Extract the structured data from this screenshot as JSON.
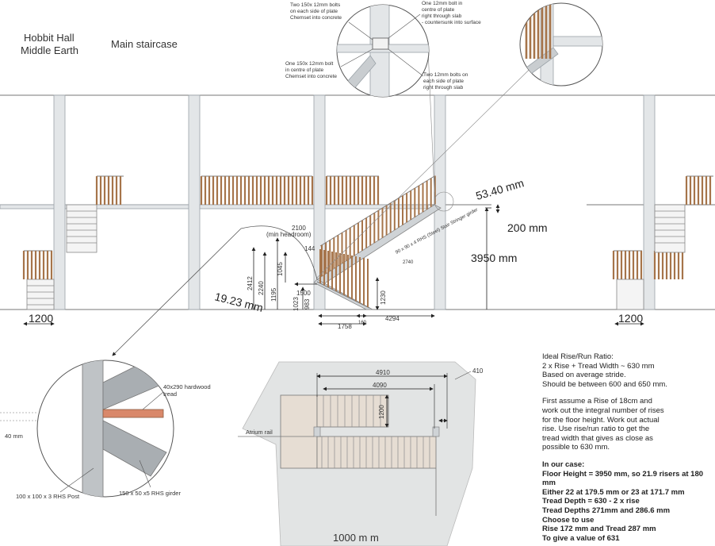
{
  "titles": {
    "project_line1": "Hobbit Hall",
    "project_line2": "Middle Earth",
    "drawing": "Main staircase"
  },
  "detail_top": {
    "note_a": [
      "Two 150x 12mm bolts",
      "on each side of plate",
      "Chemset into concrete"
    ],
    "note_b": [
      "One 150x 12mm bolt",
      "in centre of plate",
      "Chemset into concrete"
    ],
    "note_c": [
      "One 12mm bolt in",
      "centre of plate",
      "right through slab",
      "- countersunk into surface"
    ],
    "note_d": [
      "Two 12mm bolts on",
      "each side of plate",
      "right through slab"
    ]
  },
  "elevation": {
    "dim_left_width": "1200",
    "dim_right_width": "1200",
    "angle_label": "19.23 mm",
    "slab_label": "53.40 mm",
    "riser_label": "200 mm",
    "floor_height": "3950 mm",
    "headroom_value": "2100",
    "headroom_note": "(min headroom)",
    "dims": {
      "d144": "144",
      "d1045": "1045",
      "d2412": "2412",
      "d2240": "2240",
      "d1195": "1195",
      "d1023": "1023",
      "d1500": "1500",
      "d983": "983",
      "d1230": "1230",
      "d1758": "1758",
      "d4294": "4294",
      "d160": "160"
    },
    "girder_note": "90 x 90 x 4 RHS (Steel) Stair Stringer girder",
    "girder_dim": "2740"
  },
  "detail_bottom": {
    "tread_note": [
      "40x290 hardwood",
      "tread"
    ],
    "mm40": "40 mm",
    "post_note": "100 x 100 x 3 RHS Post",
    "girder_note": "150 x 50 x5 RHS girder"
  },
  "plan": {
    "d4910": "4910",
    "d4090": "4090",
    "d1200": "1200",
    "d410": "410",
    "atrium_rail": "Atrium rail",
    "scale_label": "1000 m m"
  },
  "notes": {
    "p1": "Ideal Rise/Run Ratio:\n2 x Rise + Tread Width ~ 630 mm\nBased on average stride.\nShould be between 600 and 650 mm.",
    "p2": "First assume a Rise of 18cm and\nwork out the integral number of rises\nfor the floor height.  Work out actual\nrise.  Use rise/run ratio to get the\ntread width that gives as close as\npossible to 630 mm.",
    "case_heading": "In our case:",
    "case_lines": [
      "Floor Height = 3950 mm, so 21.9 risers at 180 mm",
      "Either 22 at 179.5 mm or 23 at 171.7 mm",
      "Tread Depth = 630 - 2 x rise",
      "Tread Depths 271mm and 286.6 mm",
      "Choose to use",
      "Rise 172 mm  and Tread 287 mm",
      "To give a value of 631"
    ]
  },
  "colors": {
    "timber": "#a6744a",
    "tread": "#d9886a",
    "concrete": "#e3e6e8",
    "steel": "#c9cdd0",
    "plan_fill": "#e6ddd3"
  }
}
